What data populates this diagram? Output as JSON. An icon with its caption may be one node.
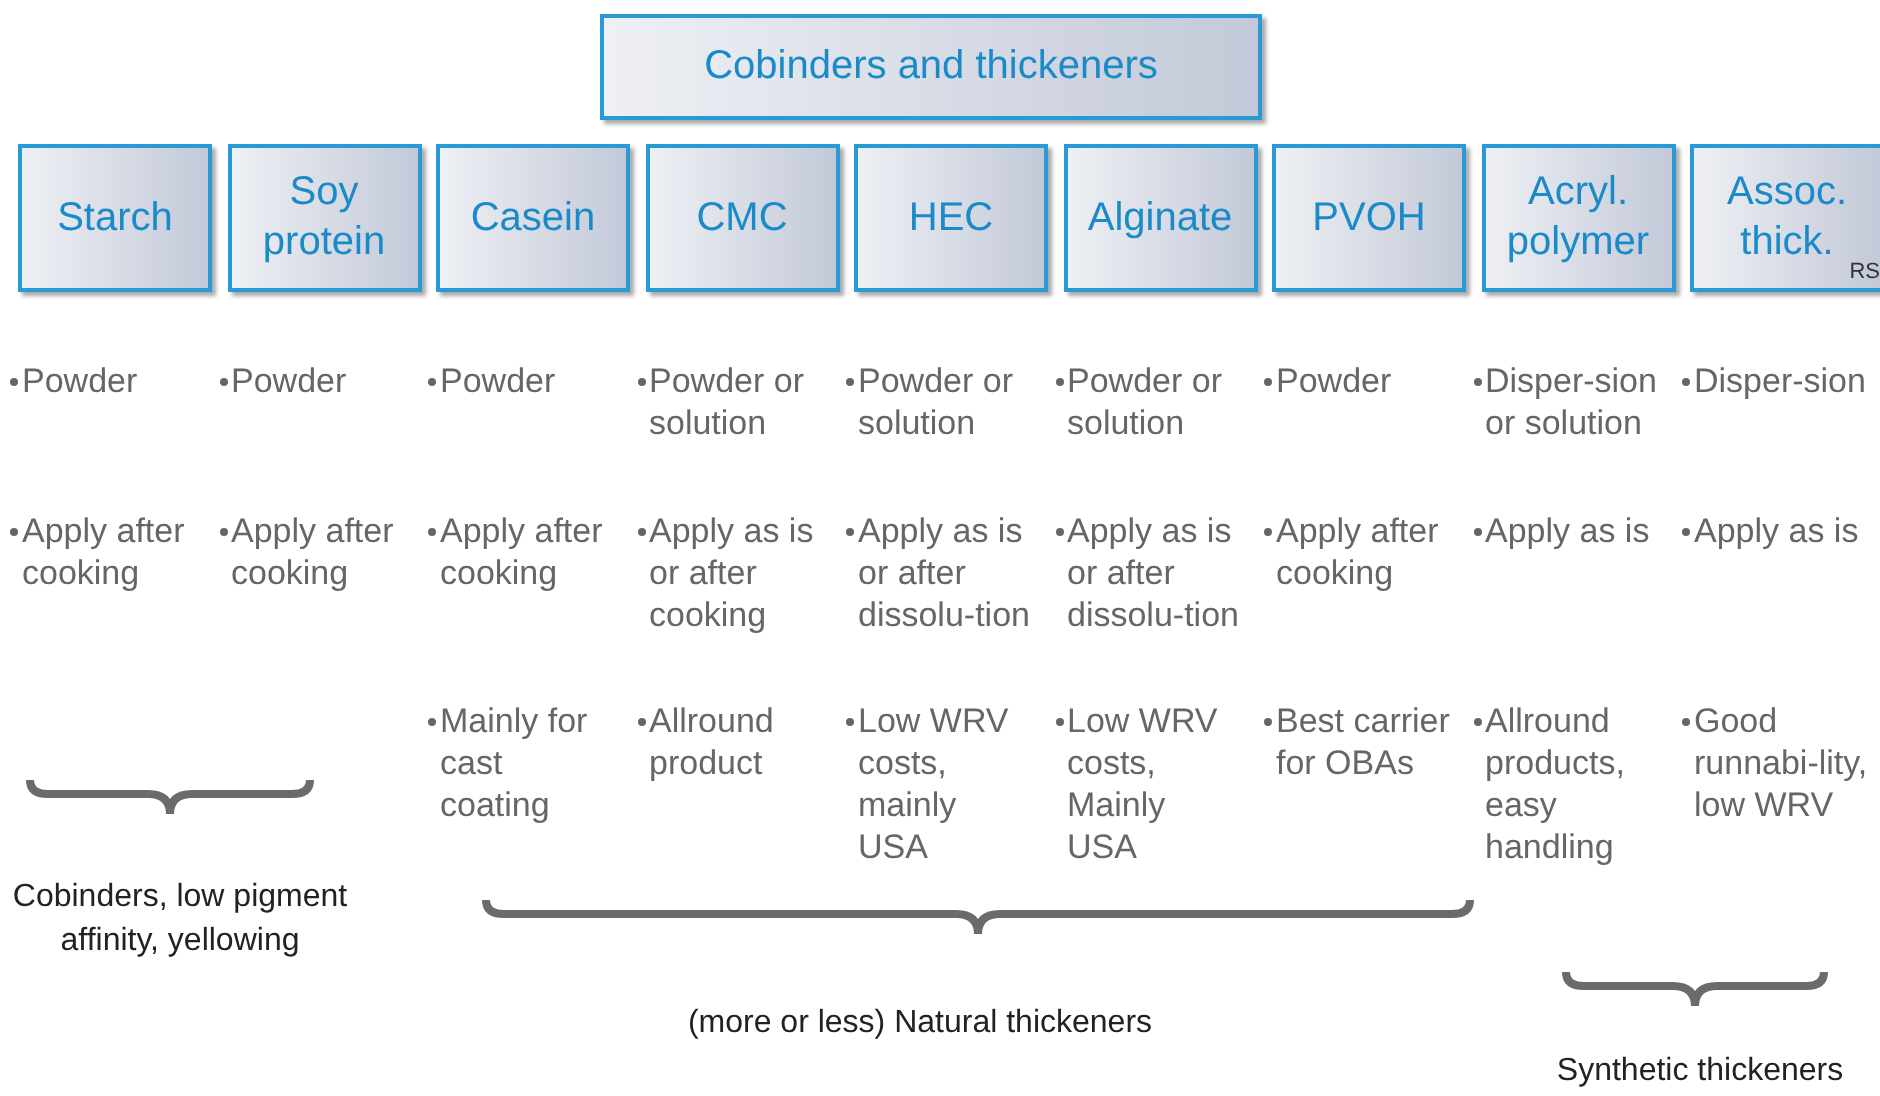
{
  "diagram": {
    "nodes": [
      {
        "text": [
          "Cobinders and thickeners"
        ]
      },
      {
        "text": [
          "Starch"
        ]
      },
      {
        "text": [
          "Soy protein"
        ]
      },
      {
        "text": [
          "Casein"
        ]
      },
      {
        "text": [
          "CMC"
        ]
      },
      {
        "text": [
          "HEC"
        ]
      },
      {
        "text": [
          "Alginate"
        ]
      },
      {
        "text": [
          "PVOH"
        ]
      },
      {
        "text": [
          "Acryl. polymer"
        ]
      },
      {
        "text": [
          "Assoc. thick."
        ]
      }
    ],
    "labels": [
      "RS",
      "Powder",
      "Powder",
      "Powder",
      "Powder or solution",
      "Powder or solution",
      "Powder or solution",
      "Powder",
      "Disper-sion or solution",
      "Disper-sion",
      "Apply after cooking",
      "Apply after cooking",
      "Apply after cooking",
      "Apply as is or after cooking",
      "Apply as is or after dissolu-tion",
      "Apply as is or after dissolu-tion",
      "Apply after cooking",
      "Apply as is",
      "Apply as is",
      "Mainly for cast coating",
      "Allround product",
      "Low WRV costs, mainly USA",
      "Low WRV costs, Mainly USA",
      "Best carrier for OBAs",
      "Allround products, easy handling",
      "Good runnabi-lity, low WRV",
      "Cobinders, low pigment affinity, yellowing",
      "(more or less) Natural thickeners",
      "Synthetic thickeners"
    ]
  }
}
